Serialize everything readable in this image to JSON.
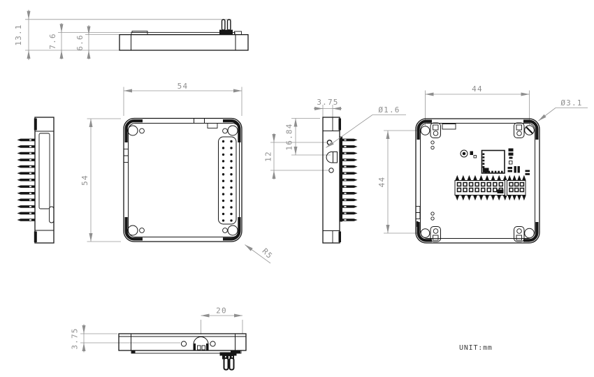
{
  "drawing": {
    "title": "module-dimension-drawing",
    "unit_note": "UNIT:mm",
    "dims": {
      "total_height": "13.1",
      "upper_height": "7.6",
      "case_height": "6.6",
      "width": "54",
      "depth": "54",
      "corner_radius": "R5",
      "side_lip": "3.75",
      "hole_from_top": "16.84",
      "side_hole_pitch": "12",
      "side_hole_dia": "Ø1.6",
      "mount_pitch_h": "44",
      "mount_pitch_v": "44",
      "mount_hole_dia": "Ø3.1",
      "bottom_lip": "3.75",
      "button_offset": "20"
    },
    "colors": {
      "line": "#161616",
      "dimension": "#8f8f8f",
      "background": "#ffffff"
    }
  },
  "counts": {
    "side_pins": 13,
    "header_rows": 13,
    "header_cols": 2,
    "left_header_slots": 8,
    "left_header_pins": 9,
    "right_header_slots": 3,
    "right_header_pins": 4
  }
}
